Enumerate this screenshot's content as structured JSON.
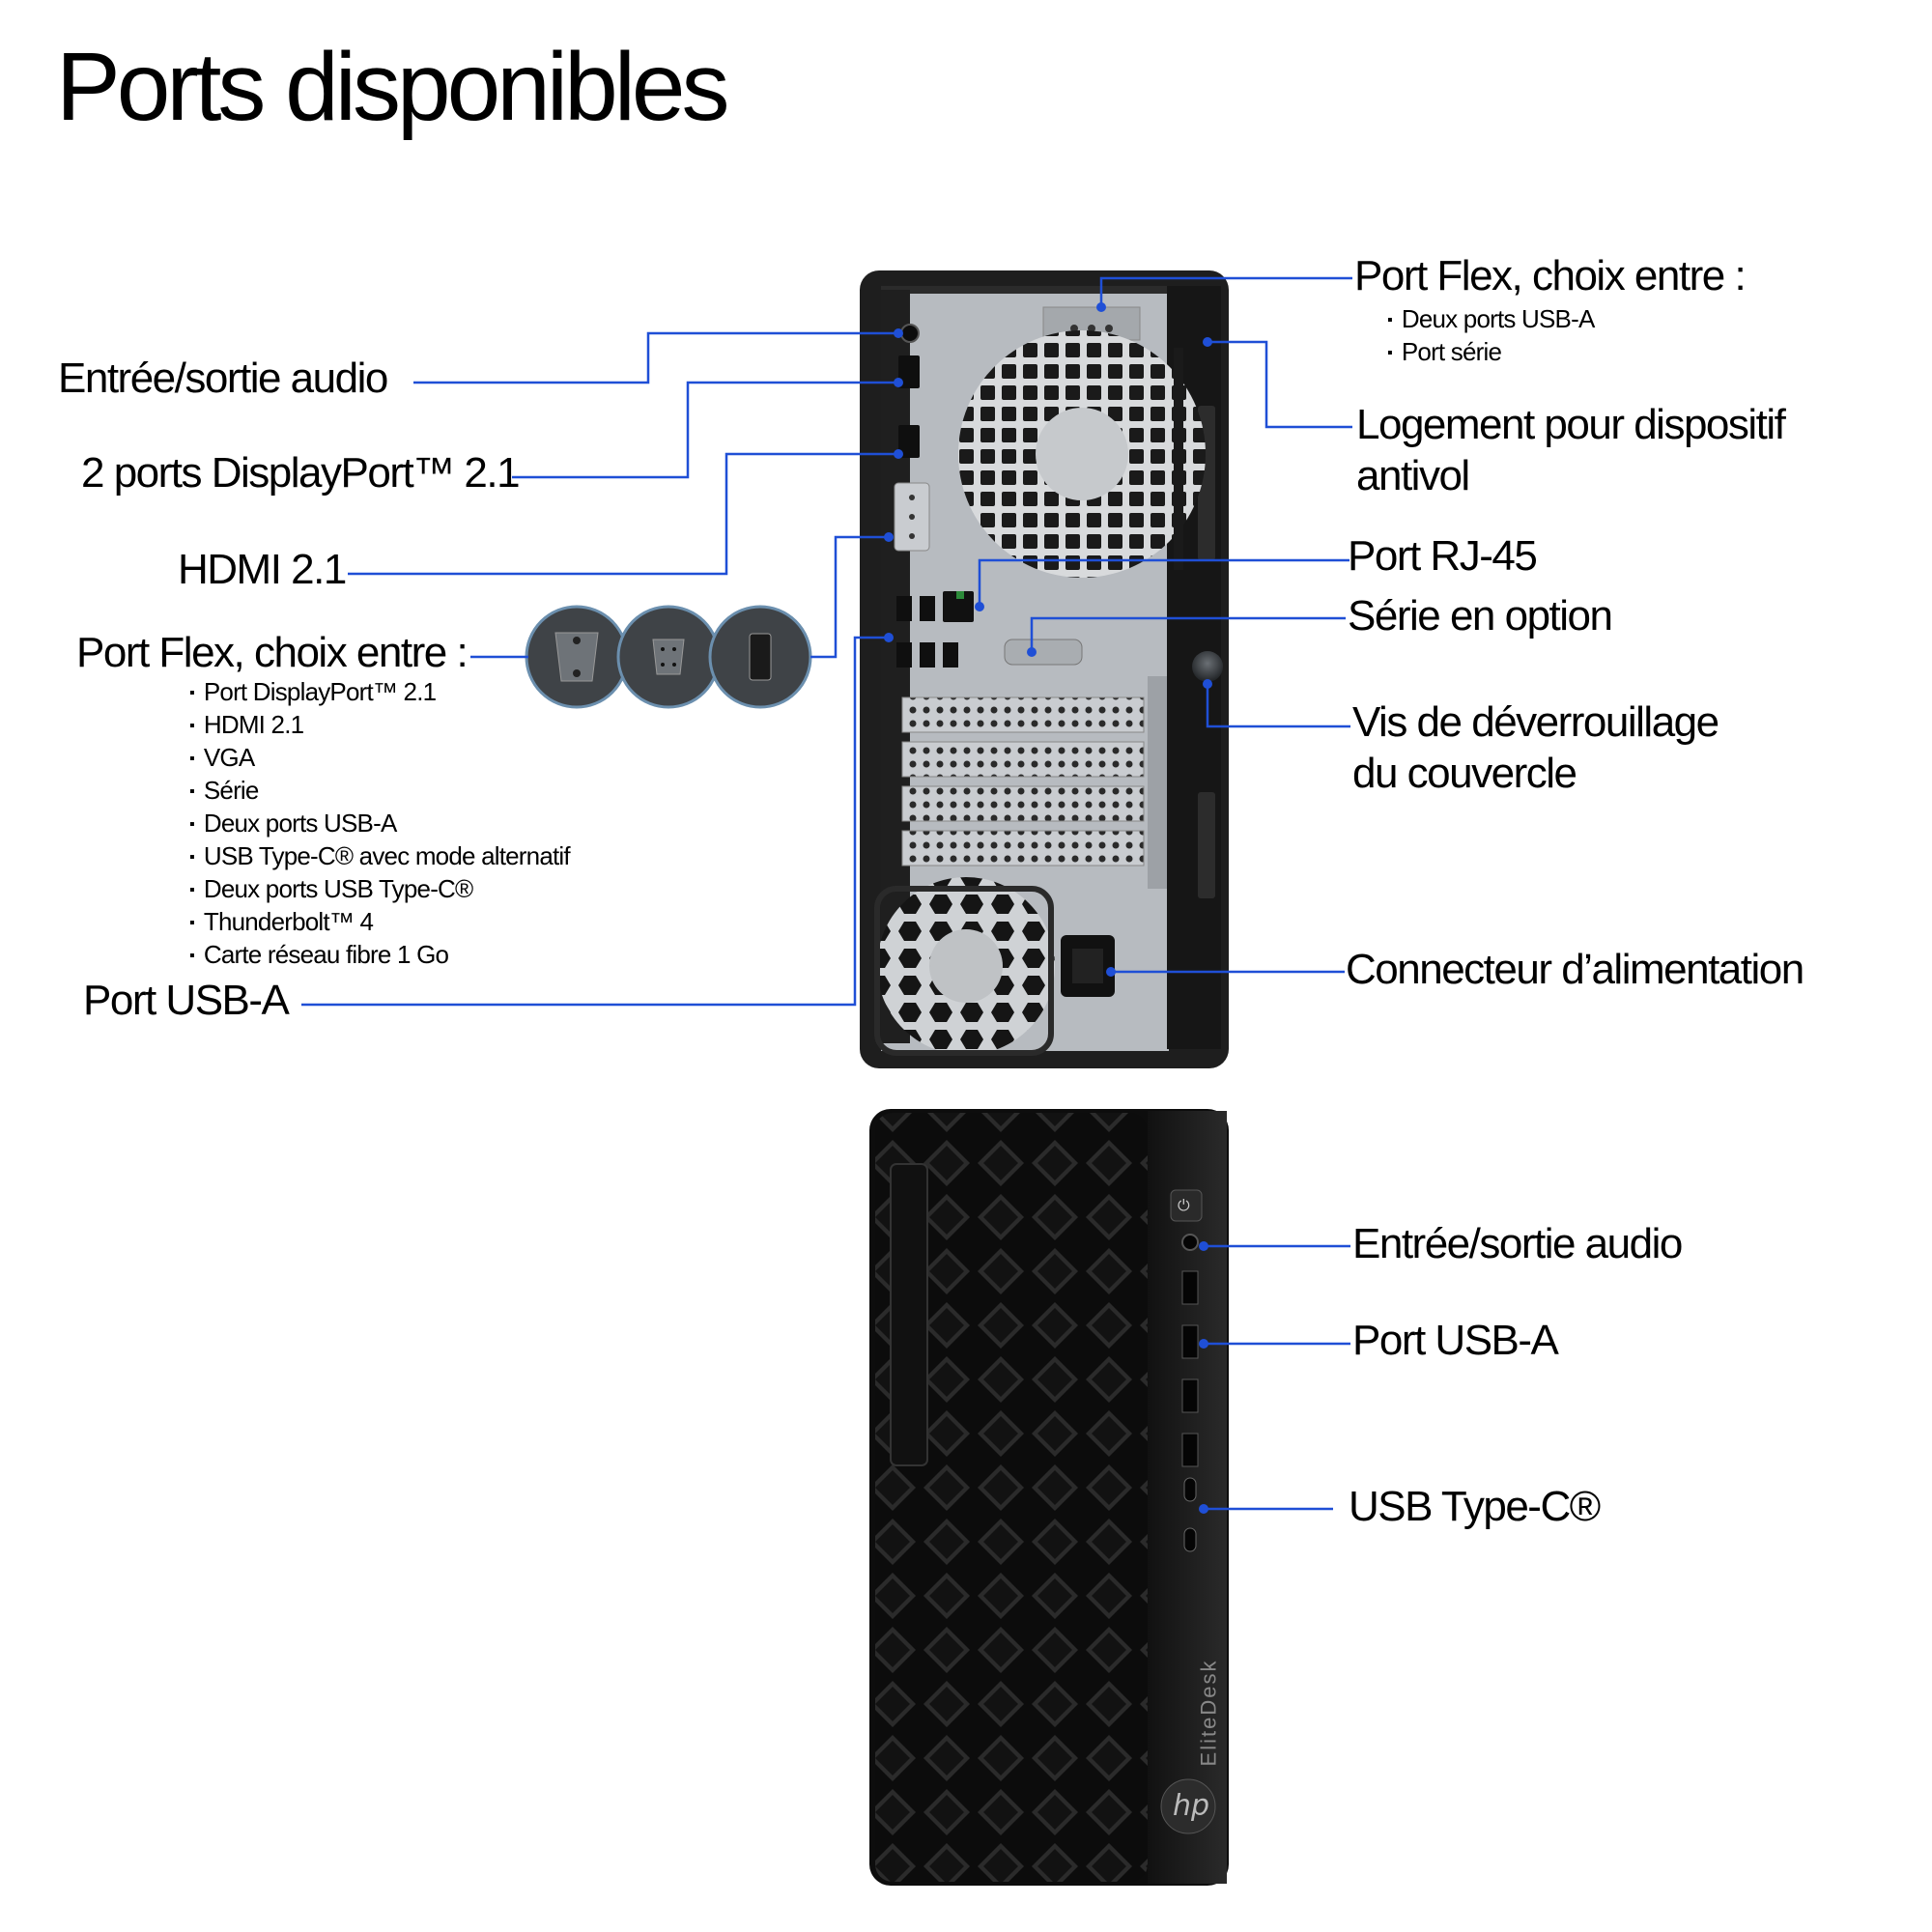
{
  "title": "Ports disponibles",
  "rear_left": {
    "audio": "Entrée/sortie audio",
    "displayport": "2 ports DisplayPort™ 2.1",
    "hdmi": "HDMI 2.1",
    "flex_title": "Port Flex, choix entre :",
    "flex_options": [
      "Port DisplayPort™ 2.1",
      "HDMI 2.1",
      "VGA",
      "Série",
      "Deux ports USB-A",
      "USB Type-C® avec mode alternatif",
      "Deux ports USB Type-C®",
      "Thunderbolt™ 4",
      "Carte réseau fibre 1 Go"
    ],
    "usb_a": "Port USB-A"
  },
  "rear_right": {
    "flex_title": "Port Flex, choix entre :",
    "flex_options": [
      "Deux ports USB-A",
      "Port série"
    ],
    "lock_line1": "Logement pour dispositif",
    "lock_line2": "antivol",
    "rj45": "Port RJ-45",
    "serial": "Série en option",
    "screw_line1": "Vis de déverrouillage",
    "screw_line2": "du couvercle",
    "power": "Connecteur d’alimentation"
  },
  "front": {
    "audio": "Entrée/sortie audio",
    "usb_a": "Port USB-A",
    "usb_c": "USB Type-C®",
    "brand_text": "EliteDesk",
    "logo": "hp"
  },
  "colors": {
    "callout": "#1f4fd6",
    "chassis": "#1c1c1c",
    "panel": "#b9bdc2"
  },
  "icons": [
    "vga-port-icon",
    "serial-port-icon",
    "hdmi-port-icon",
    "power-icon"
  ]
}
